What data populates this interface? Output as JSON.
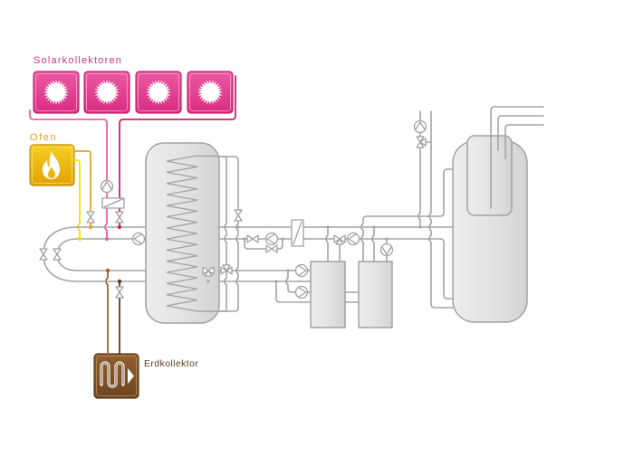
{
  "diagram": {
    "labels": {
      "solar": "Solarkollektoren",
      "stove": "Ofen",
      "ground": "Erdkollektor"
    },
    "solar_collector_count": 4,
    "icons": {
      "solar": "sun-icon",
      "stove": "flame-icon",
      "ground": "ground-coil-icon"
    },
    "colors": {
      "solar_label": "#d4307f",
      "stove_label": "#e0a020",
      "ground_label": "#5c3d20",
      "pink_light": "#ee5fa7",
      "pink_dark": "#d31f6b",
      "yellow_light": "#f2de10",
      "orange": "#e3a529",
      "brown_light": "#9a6636",
      "brown_dark": "#5a3a1f",
      "pipe_gray": "#a4a4a4"
    }
  }
}
